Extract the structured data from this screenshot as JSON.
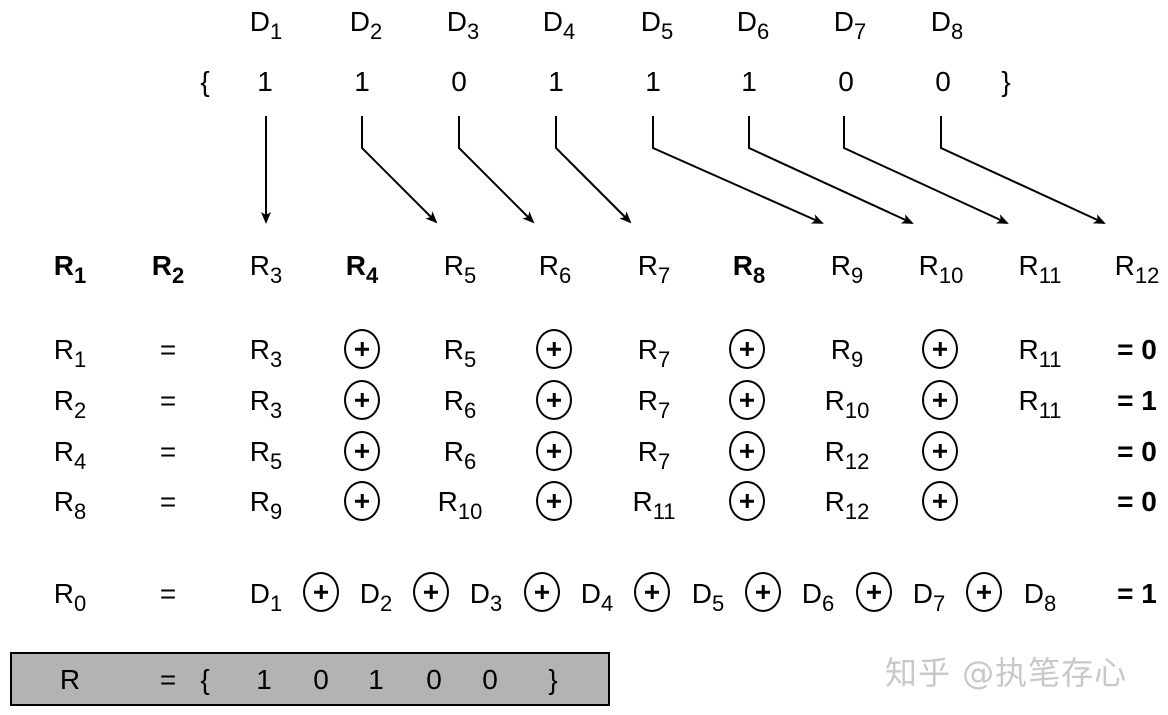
{
  "data_bits": {
    "labels": [
      "D",
      "D",
      "D",
      "D",
      "D",
      "D",
      "D",
      "D"
    ],
    "subs": [
      "1",
      "2",
      "3",
      "4",
      "5",
      "6",
      "7",
      "8"
    ],
    "open_brace": "{",
    "close_brace": "}",
    "values": [
      "1",
      "1",
      "0",
      "1",
      "1",
      "1",
      "0",
      "0"
    ]
  },
  "positions": {
    "labels": [
      "R",
      "R",
      "R",
      "R",
      "R",
      "R",
      "R",
      "R",
      "R",
      "R",
      "R",
      "R"
    ],
    "subs": [
      "1",
      "2",
      "3",
      "4",
      "5",
      "6",
      "7",
      "8",
      "9",
      "10",
      "11",
      "12"
    ],
    "parity_bold": [
      true,
      true,
      false,
      true,
      false,
      false,
      false,
      true,
      false,
      false,
      false,
      false
    ]
  },
  "equations": [
    {
      "lhs": "R",
      "lhs_sub": "1",
      "eq": "=",
      "terms": [
        [
          "R",
          "3"
        ],
        [
          "R",
          "5"
        ],
        [
          "R",
          "7"
        ],
        [
          "R",
          "9"
        ],
        [
          "R",
          "11"
        ]
      ],
      "result": "= 0"
    },
    {
      "lhs": "R",
      "lhs_sub": "2",
      "eq": "=",
      "terms": [
        [
          "R",
          "3"
        ],
        [
          "R",
          "6"
        ],
        [
          "R",
          "7"
        ],
        [
          "R",
          "10"
        ],
        [
          "R",
          "11"
        ]
      ],
      "result": "= 1"
    },
    {
      "lhs": "R",
      "lhs_sub": "4",
      "eq": "=",
      "terms": [
        [
          "R",
          "5"
        ],
        [
          "R",
          "6"
        ],
        [
          "R",
          "7"
        ],
        [
          "R",
          "12"
        ]
      ],
      "result": "= 0"
    },
    {
      "lhs": "R",
      "lhs_sub": "8",
      "eq": "=",
      "terms": [
        [
          "R",
          "9"
        ],
        [
          "R",
          "10"
        ],
        [
          "R",
          "11"
        ],
        [
          "R",
          "12"
        ]
      ],
      "result": "= 0"
    }
  ],
  "overall_parity": {
    "lhs": "R",
    "lhs_sub": "0",
    "eq": "=",
    "terms": [
      [
        "D",
        "1"
      ],
      [
        "D",
        "2"
      ],
      [
        "D",
        "3"
      ],
      [
        "D",
        "4"
      ],
      [
        "D",
        "5"
      ],
      [
        "D",
        "6"
      ],
      [
        "D",
        "7"
      ],
      [
        "D",
        "8"
      ]
    ],
    "result": "= 1"
  },
  "result_box": {
    "label": "R",
    "eq": "=",
    "open_brace": "{",
    "values": [
      "1",
      "0",
      "1",
      "0",
      "0"
    ],
    "close_brace": "}"
  },
  "watermark": "知乎 @执笔存心",
  "colors": {
    "result_box_bg": "#b3b3b3",
    "watermark": "#c8c8c8"
  }
}
